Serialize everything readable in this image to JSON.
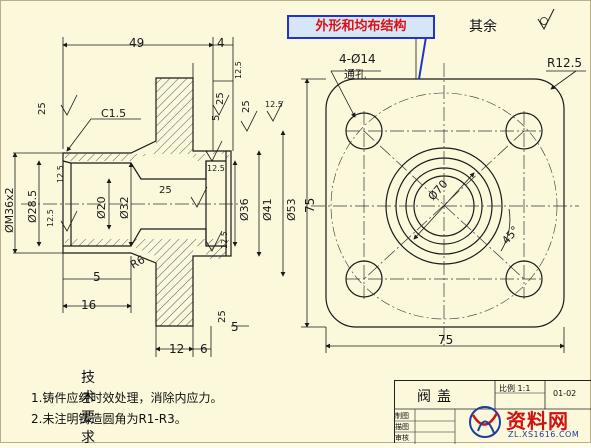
{
  "callout": {
    "label": "外形和均布结构"
  },
  "rest_roughness": {
    "label": "其余"
  },
  "dims": {
    "len49": "49",
    "len4": "4",
    "len5_top": "5",
    "len5_bottom_left": "5",
    "len16": "16",
    "len12": "12",
    "len6": "6",
    "len5_right": "5",
    "chamfer": "C1.5",
    "holes": "4-Ø14",
    "through": "通孔",
    "r12_5": "R12.5",
    "r6": "R6",
    "len75_h": "75",
    "len75_v": "75",
    "dia70": "Ø70",
    "ang45": "45°",
    "thread": "ØM36x2",
    "d28_5": "Ø28.5",
    "d20": "Ø20",
    "d32": "Ø32",
    "d36": "Ø36",
    "d41": "Ø41",
    "d53": "Ø53"
  },
  "roughness": {
    "r25": "25",
    "r12_5": "12.5"
  },
  "notes": {
    "heading": "技术要求",
    "line1": "1.铸件应经时效处理，消除内应力。",
    "line2": "2.未注明铸造圆角为R1-R3。"
  },
  "title_block": {
    "part_name": "阀盖",
    "scale": "比例 1:1",
    "code": "01-02",
    "row1": "制图",
    "row2": "描图",
    "row3": "审核"
  },
  "watermark": {
    "site": "资料网",
    "url": "ZL.XS1616.COM"
  },
  "colors": {
    "line": "#1a1a1a",
    "center": "#333333",
    "callout_text": "#dd1111",
    "callout_border": "#2233cc",
    "callout_bg": "#d6e5f7",
    "sheet": "#fbf8dc",
    "watermark_red": "#d01212",
    "watermark_blue": "#1a3fa0"
  }
}
